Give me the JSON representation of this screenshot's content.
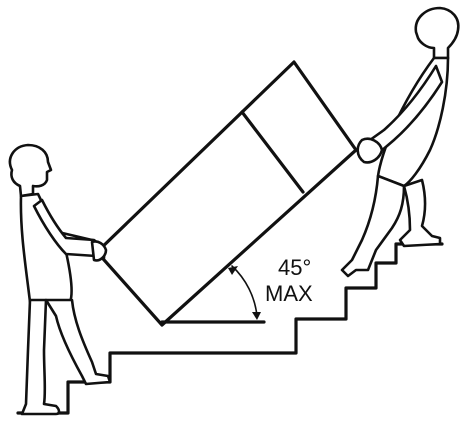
{
  "diagram": {
    "angle_label": "45°",
    "max_label": "MAX",
    "angle_degrees_max": 45,
    "colors": {
      "line": "#111111",
      "background": "#ffffff"
    }
  }
}
